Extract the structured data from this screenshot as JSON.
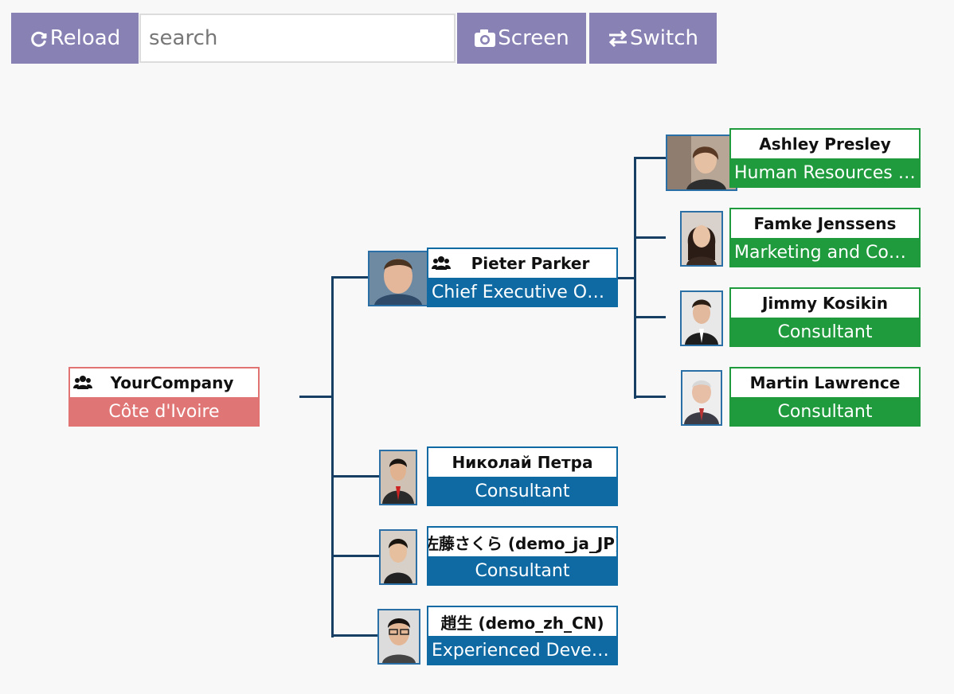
{
  "toolbar": {
    "reload_label": "Reload",
    "search_placeholder": "search",
    "screen_label": "Screen",
    "switch_label": "Switch"
  },
  "colors": {
    "toolbar": "#8881b4",
    "manager": "#0f6aa3",
    "employee": "#1f9a3c",
    "company": "#e07575",
    "connector": "#173f64"
  },
  "company": {
    "name": "YourCompany",
    "subtitle": "Côte d'Ivoire"
  },
  "ceo": {
    "name": "Pieter Parker",
    "title": "Chief Executive Offi…"
  },
  "ceo_reports": [
    {
      "name": "Ashley Presley",
      "title": "Human Resources M…"
    },
    {
      "name": "Famke Jenssens",
      "title": "Marketing and Com…"
    },
    {
      "name": "Jimmy Kosikin",
      "title": "Consultant"
    },
    {
      "name": "Martin Lawrence",
      "title": "Consultant"
    }
  ],
  "company_reports": [
    {
      "name": "Николай Петра",
      "title": "Consultant"
    },
    {
      "name": "佐藤さくら (demo_ja_JP)",
      "title": "Consultant"
    },
    {
      "name": "趙生 (demo_zh_CN)",
      "title": "Experienced Develo…"
    }
  ]
}
